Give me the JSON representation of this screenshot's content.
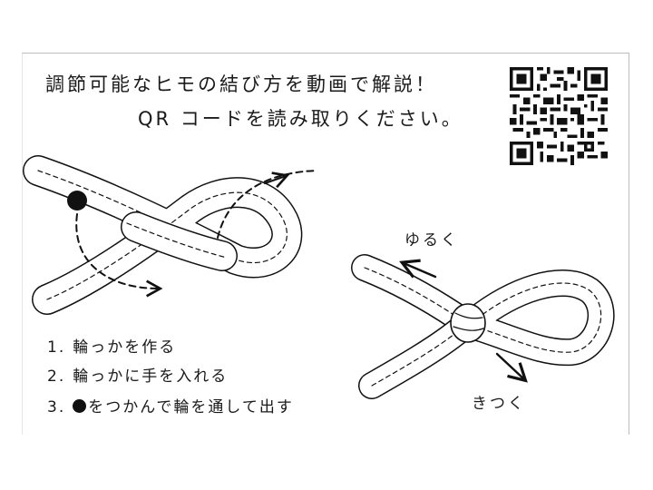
{
  "card": {
    "headline": {
      "line1": "調節可能なヒモの結び方を動画で解説！",
      "line2": "QR コードを読み取りください。"
    },
    "steps": [
      {
        "num": "1.",
        "text": "輪っかを作る"
      },
      {
        "num": "2.",
        "text": "輪っかに手を入れる"
      },
      {
        "num": "3.",
        "text": "をつかんで輪を通して出す"
      }
    ],
    "labels": {
      "loosen": "ゆるく",
      "tighten": "きつく"
    }
  }
}
